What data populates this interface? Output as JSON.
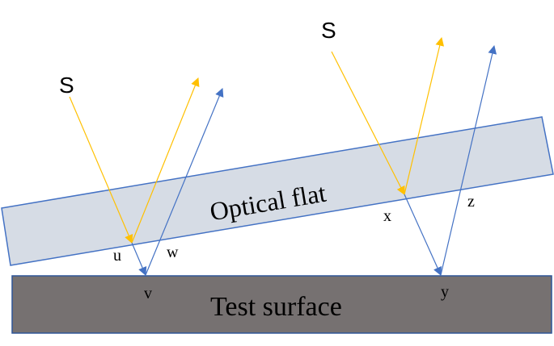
{
  "labels": {
    "source_left": "S",
    "source_right": "S",
    "optical_flat": "Optical flat",
    "test_surface": "Test surface",
    "u": "u",
    "v": "v",
    "w": "w",
    "x": "x",
    "y": "y",
    "z": "z"
  },
  "colors": {
    "optical_flat_fill": "#d6dce5",
    "optical_flat_stroke": "#4472c4",
    "test_surface_fill": "#767171",
    "test_surface_stroke": "#2f5597",
    "yellow_ray": "#ffc000",
    "blue_ray": "#4472c4",
    "text": "#000000"
  },
  "icons": {
    "arrowhead": "arrowhead-icon"
  }
}
